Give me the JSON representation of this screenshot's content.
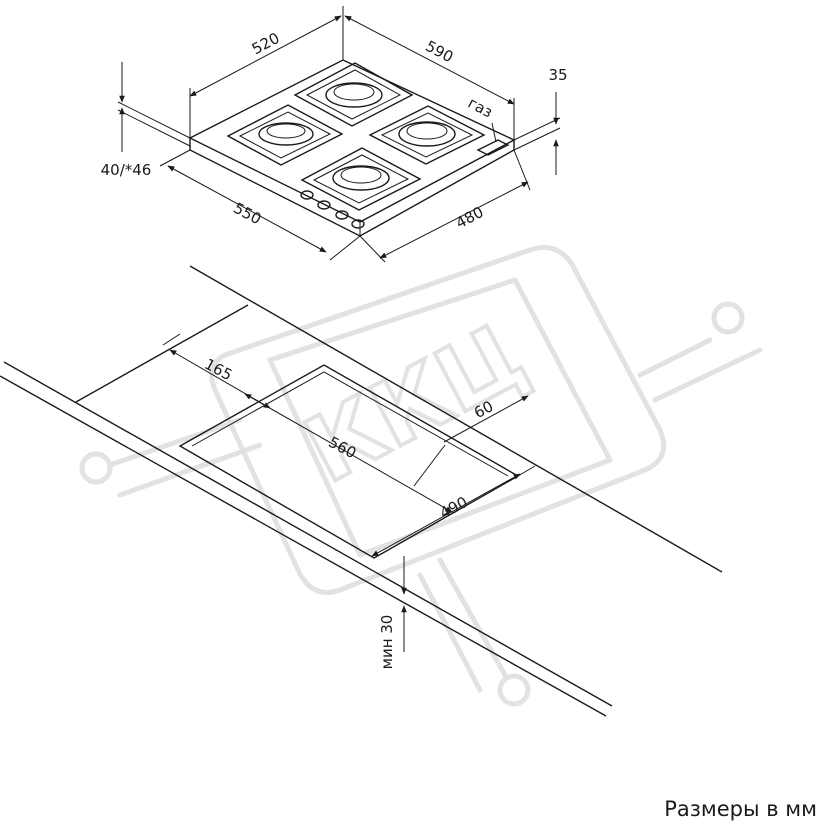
{
  "hob_dimensions": {
    "depth": "520",
    "width": "590",
    "glass_thickness": "35",
    "height": "40/*46",
    "cutout_width": "550",
    "cutout_depth": "480",
    "gas_label": "газ"
  },
  "cutout_dimensions": {
    "offset_front": "165",
    "length": "560",
    "offset_back": "60",
    "width": "490",
    "min_thickness": "мин 30"
  },
  "watermark": "ККЦ",
  "footer": "Размеры в мм"
}
